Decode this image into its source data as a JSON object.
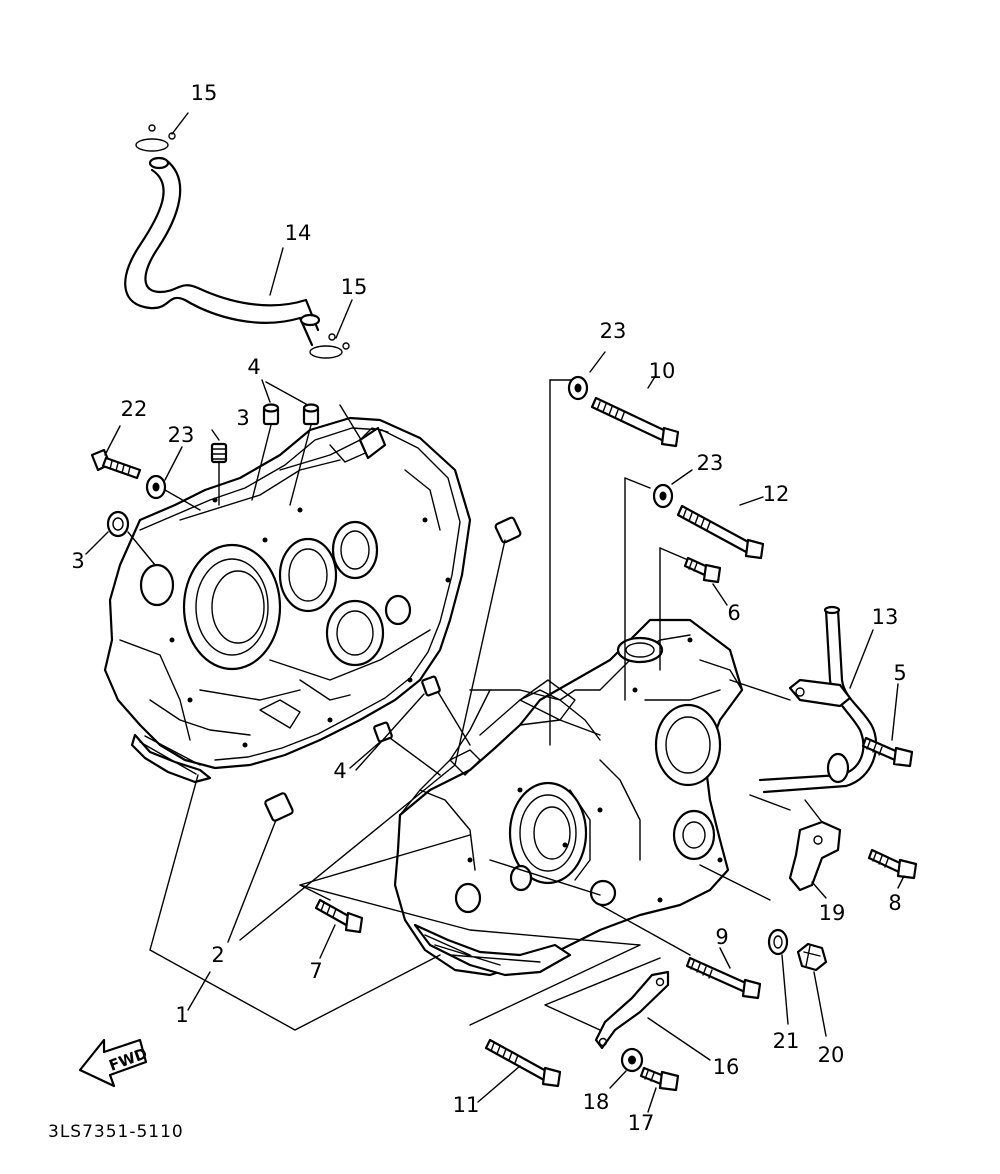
{
  "diagram": {
    "reference_code": "3LS7351-5110",
    "direction_marker": "FWD",
    "callouts": {
      "c1": "1",
      "c2": "2",
      "c3a": "3",
      "c3b": "3",
      "c4a": "4",
      "c4b": "4",
      "c5": "5",
      "c6": "6",
      "c7": "7",
      "c8": "8",
      "c9": "9",
      "c10": "10",
      "c11": "11",
      "c12": "12",
      "c13": "13",
      "c14": "14",
      "c15a": "15",
      "c15b": "15",
      "c16": "16",
      "c17": "17",
      "c18": "18",
      "c19": "19",
      "c20": "20",
      "c21": "21",
      "c22": "22",
      "c23a": "23",
      "c23b": "23",
      "c23c": "23"
    }
  }
}
